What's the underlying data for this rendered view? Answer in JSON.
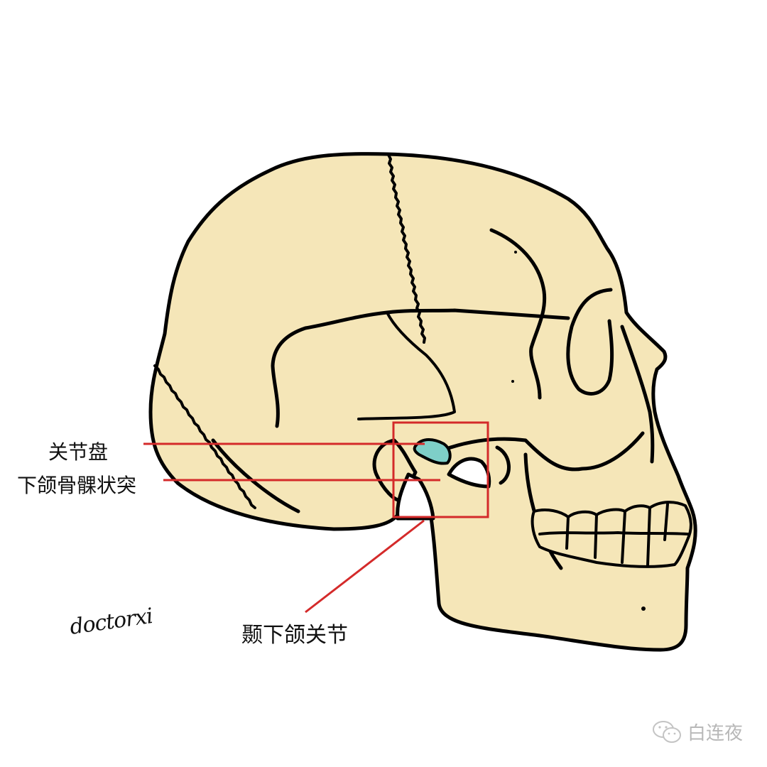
{
  "diagram": {
    "subject": "Human skull, lateral view",
    "colors": {
      "bone": "#f5e6b8",
      "outline": "#000000",
      "articular_disc": "#7ecfc8",
      "leader_lines": "#d42a2a",
      "background": "#ffffff",
      "watermark": "#b8b8b8"
    },
    "labels": [
      {
        "id": "articular-disc",
        "text": "关节盘"
      },
      {
        "id": "mandibular-condyle",
        "text": "下颌骨髁状突"
      },
      {
        "id": "temporomandibular-joint",
        "text": "颞下颌关节"
      }
    ],
    "signature": "doctorxi"
  },
  "watermark": {
    "icon": "wechat-icon",
    "text": "白连夜"
  }
}
